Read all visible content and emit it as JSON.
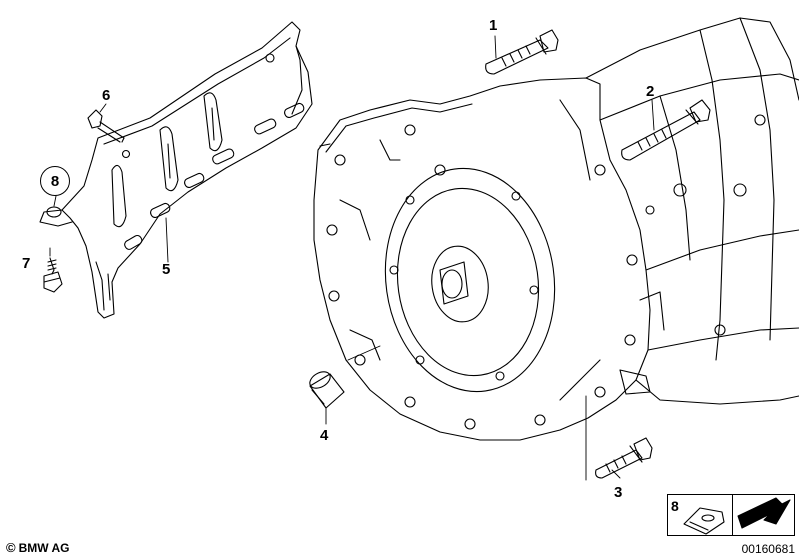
{
  "callouts": {
    "c1": "1",
    "c2": "2",
    "c3": "3",
    "c4": "4",
    "c5": "5",
    "c6": "6",
    "c7": "7",
    "c8": "8"
  },
  "legend": {
    "item_number": "8"
  },
  "footer": {
    "copyright_symbol": "©",
    "brand": "BMW AG",
    "catalog_number": "00160681"
  },
  "colors": {
    "line": "#000000",
    "background": "#ffffff",
    "legend_arrow": "#000000"
  }
}
